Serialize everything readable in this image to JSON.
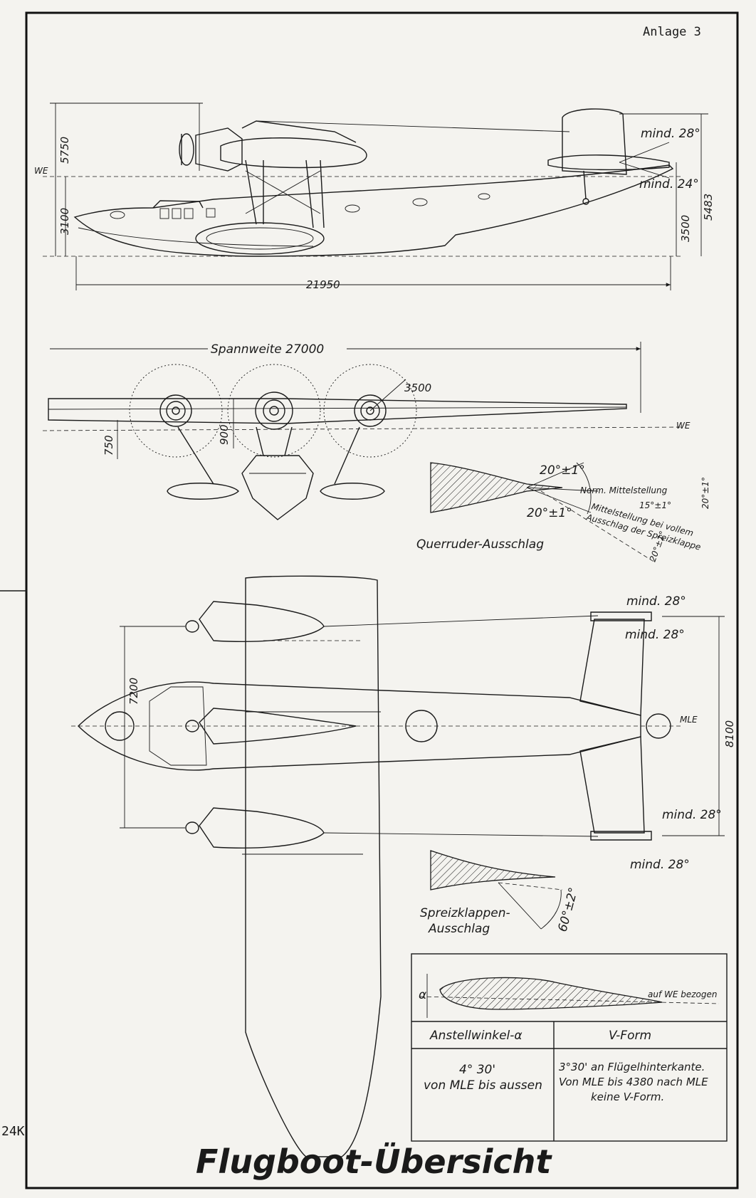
{
  "sheet": {
    "attachment_label": "Anlage 3",
    "title": "Flugboot-Übersicht",
    "margin_mark": "24K"
  },
  "side_view": {
    "dims": {
      "height_total": "5750",
      "height_hull": "3100",
      "length": "21950",
      "tail_height": "3500",
      "tail_total": "5483",
      "we_label": "WE"
    },
    "angles": {
      "up": "mind. 28°",
      "down": "mind. 24°"
    }
  },
  "front_view": {
    "span": "Spannweite 27000",
    "prop_diameter": "3500",
    "dim_750": "750",
    "dim_900": "900",
    "we_label": "WE"
  },
  "aileron": {
    "title": "Querruder-Ausschlag",
    "up": "20°±1°",
    "down": "20°±1°",
    "neutral": "Norm. Mittelstellung",
    "mid": "15°±1°",
    "mid_note_1": "Mittelstellung bei vollem",
    "mid_note_2": "Ausschlag der Spreizklappe",
    "right_a": "20°±1°",
    "right_b": "20°±1°"
  },
  "top_view": {
    "dim_7200": "7200",
    "dim_8100": "8100",
    "mle_label": "MLE",
    "angles": {
      "upper_1": "mind. 28°",
      "upper_2": "mind. 28°",
      "lower_1": "mind. 28°",
      "lower_2": "mind. 28°"
    }
  },
  "flap": {
    "title_1": "Spreizklappen-",
    "title_2": "Ausschlag",
    "angle": "60°±2°"
  },
  "airfoil_table": {
    "ref_note": "auf WE bezogen",
    "alpha": "α",
    "col1_header": "Anstellwinkel-α",
    "col2_header": "V-Form",
    "col1_line1": "4° 30'",
    "col1_line2": "von MLE bis aussen",
    "col2_line1": "3°30' an Flügelhinterkante.",
    "col2_line2": "Von MLE bis 4380 nach MLE",
    "col2_line3": "keine V-Form."
  }
}
